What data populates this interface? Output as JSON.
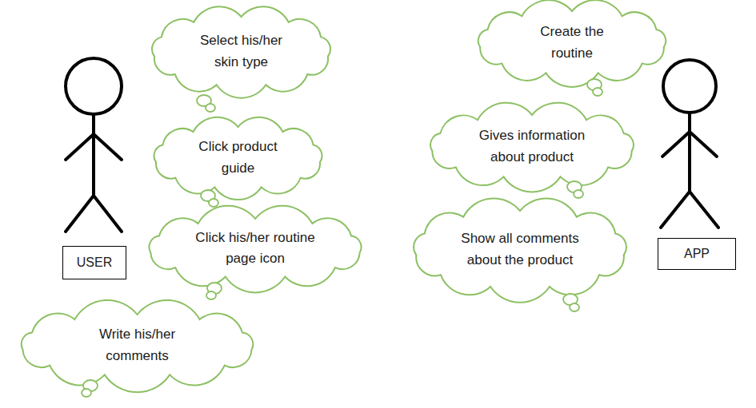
{
  "diagram": {
    "nodes": [
      {
        "text": [
          "Select his/her skin type"
        ]
      },
      {
        "text": [
          "Click product guide"
        ]
      },
      {
        "text": [
          "Click his/her routine page icon"
        ]
      },
      {
        "text": [
          "Write his/her comments"
        ]
      },
      {
        "text": [
          "USER"
        ]
      },
      {
        "text": [
          "Create the routine"
        ]
      },
      {
        "text": [
          "Gives information about product"
        ]
      },
      {
        "text": [
          "Show all comments about the product"
        ]
      },
      {
        "text": [
          "APP"
        ]
      }
    ]
  }
}
